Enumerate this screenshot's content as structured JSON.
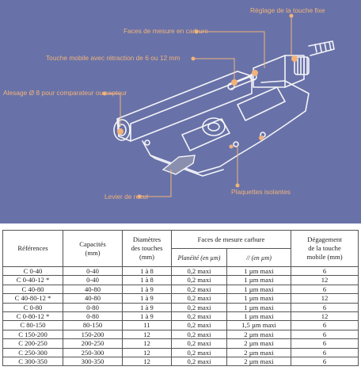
{
  "illustration": {
    "callouts": {
      "reglage": "Réglage de la touche fixe",
      "faces": "Faces de mesure en carbure",
      "touche_mobile": "Touche mobile avec rétraction de 6 ou 12 mm",
      "alesage": "Alesage Ø 8 pour comparateur ou capteur",
      "plaquettes": "Plaquettes isolantes",
      "levier": "Levier de recul"
    }
  },
  "table": {
    "headers": {
      "references": "Références",
      "capacites": "Capacités",
      "capacites_unit": "(mm)",
      "diametres_1": "Diamètres",
      "diametres_2": "des touches",
      "diametres_unit": "(mm)",
      "faces": "Faces de mesure carbure",
      "planeite": "Planéité (en µm)",
      "parallelisme": "// (en µm)",
      "degagement_1": "Dégagement",
      "degagement_2": "de la touche",
      "degagement_3": "mobile (mm)"
    },
    "rows": [
      {
        "ref": "C 0-40",
        "cap": "0-40",
        "diam": "1 à 8",
        "plan": "0,2 maxi",
        "par": "1 µm maxi",
        "deg": "6"
      },
      {
        "ref": "C 0-40-12  *",
        "cap": "0-40",
        "diam": "1 à 8",
        "plan": "0,2 maxi",
        "par": "1 µm maxi",
        "deg": "12"
      },
      {
        "ref": "C 40-80",
        "cap": "40-80",
        "diam": "1 à 9",
        "plan": "0,2 maxi",
        "par": "1 µm maxi",
        "deg": "6"
      },
      {
        "ref": "C 40-80-12 *",
        "cap": "40-80",
        "diam": "1 à 9",
        "plan": "0,2 maxi",
        "par": "1 µm maxi",
        "deg": "12"
      },
      {
        "ref": "C 0-80",
        "cap": "0-80",
        "diam": "1 à 9",
        "plan": "0,2 maxi",
        "par": "1 µm maxi",
        "deg": "6"
      },
      {
        "ref": "C 0-80-12 *",
        "cap": "0-80",
        "diam": "1 à 9",
        "plan": "0,2 maxi",
        "par": "1 µm maxi",
        "deg": "12"
      },
      {
        "ref": "C 80-150",
        "cap": "80-150",
        "diam": "11",
        "plan": "0,2 maxi",
        "par": "1,5 µm maxi",
        "deg": "6"
      },
      {
        "ref": "C 150-200",
        "cap": "150-200",
        "diam": "12",
        "plan": "0,2 maxi",
        "par": "2 µm maxi",
        "deg": "6"
      },
      {
        "ref": "C 200-250",
        "cap": "200-250",
        "diam": "12",
        "plan": "0,2 maxi",
        "par": "2 µm maxi",
        "deg": "6"
      },
      {
        "ref": "C 250-300",
        "cap": "250-300",
        "diam": "12",
        "plan": "0,2 maxi",
        "par": "2 µm maxi",
        "deg": "6"
      },
      {
        "ref": "C 300-350",
        "cap": "300-350",
        "diam": "12",
        "plan": "0,2 maxi",
        "par": "2 µm maxi",
        "deg": "6"
      }
    ]
  }
}
